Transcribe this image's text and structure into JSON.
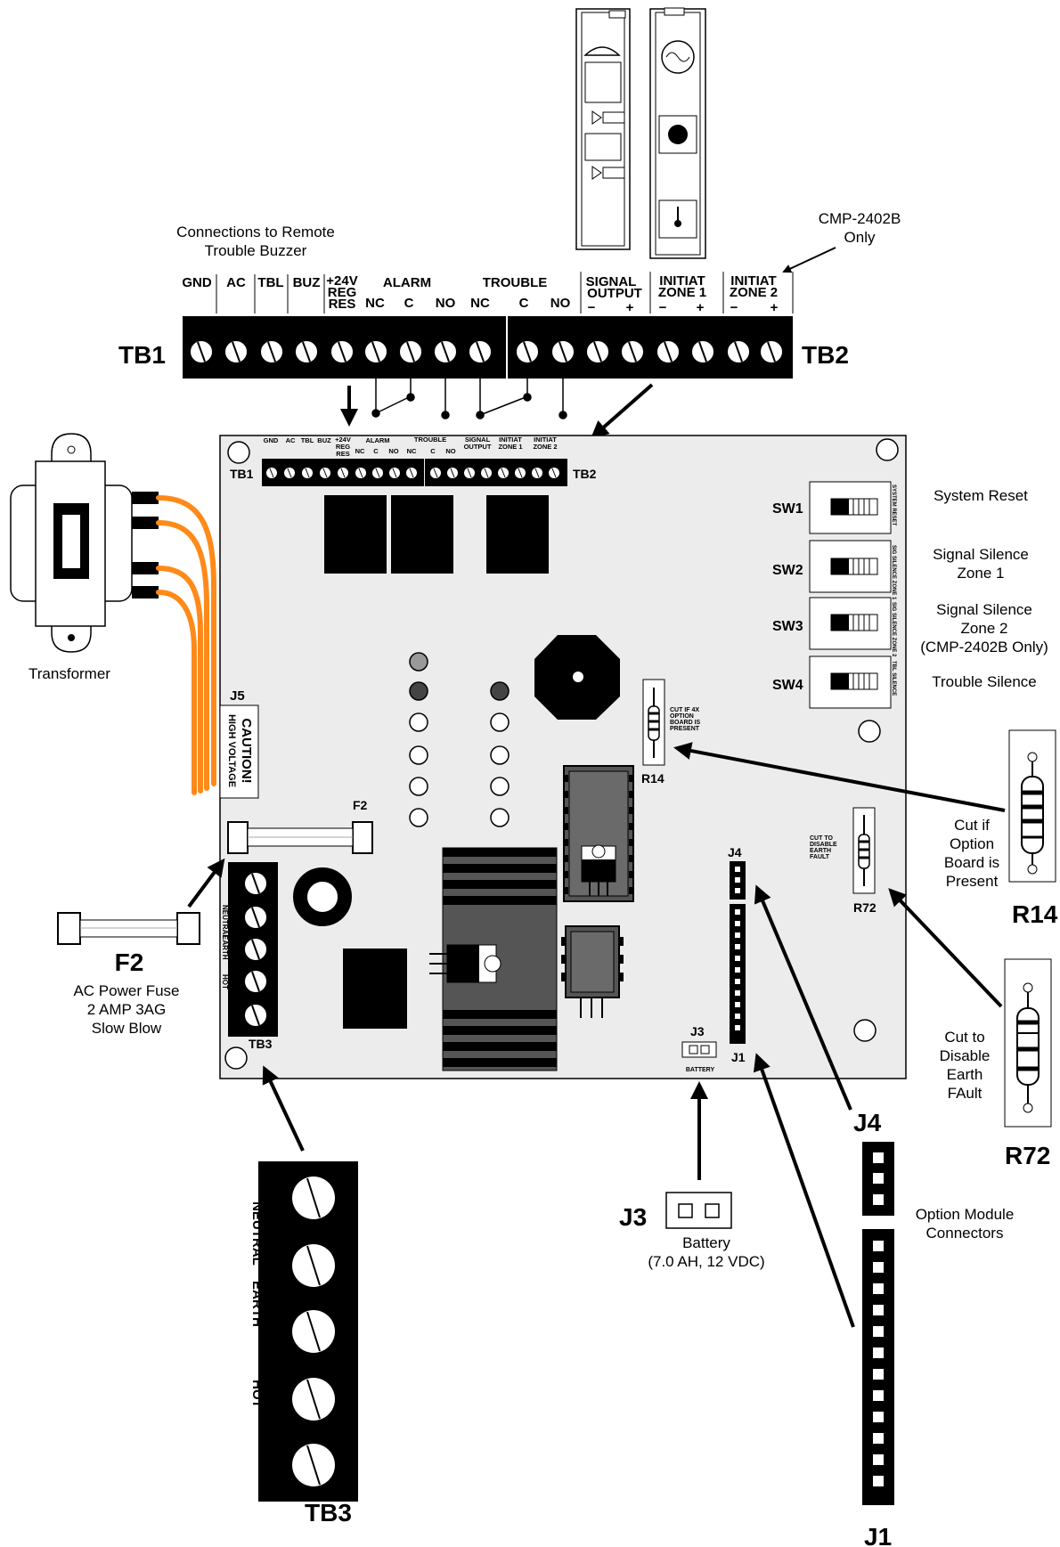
{
  "top_notes": {
    "remote_buzzer": [
      "Connections to Remote",
      "Trouble Buzzer"
    ],
    "cmp_only": [
      "CMP-2402B",
      "Only"
    ]
  },
  "tb1": {
    "name": "TB1",
    "headers": [
      "GND",
      "AC",
      "TBL",
      "BUZ"
    ],
    "reg_res": [
      "+24V",
      "REG",
      "RES"
    ],
    "alarm": "ALARM",
    "alarm_sub": [
      "NC",
      "C",
      "NO"
    ],
    "trouble": "TROUBLE",
    "trouble_sub": [
      "NC",
      "C",
      "NO"
    ]
  },
  "tb2": {
    "name": "TB2",
    "signal_output": [
      "SIGNAL",
      "OUTPUT"
    ],
    "zone1": [
      "INITIAT",
      "ZONE 1"
    ],
    "zone2": [
      "INITIAT",
      "ZONE 2"
    ],
    "minus": "−",
    "plus": "+"
  },
  "board": {
    "tb1_label": "TB1",
    "tb2_label": "TB2",
    "j5": "J5",
    "caution": "CAUTION!",
    "high_voltage": "HIGH VOLTAGE",
    "f2": "F2",
    "tb3_label": "TB3",
    "tb3_text": [
      "NEUTRAL",
      "EARTH",
      "HOT"
    ],
    "r14_label": "R14",
    "r14_note": [
      "CUT IF 4X",
      "OPTION",
      "BOARD IS",
      "PRESENT"
    ],
    "r72_label": "R72",
    "r72_note": [
      "CUT TO",
      "DISABLE",
      "EARTH",
      "FAULT"
    ],
    "j4": "J4",
    "j1": "J1",
    "j3": "J3",
    "battery_small": "BATTERY",
    "sw_names": [
      "SW1",
      "SW2",
      "SW3",
      "SW4"
    ],
    "sw_side": [
      "SYSTEM RESET",
      "SIG SILENCE ZONE 1",
      "SIG SILENCE ZONE 2",
      "TBL SILENCE"
    ]
  },
  "switch_desc": [
    [
      "System Reset"
    ],
    [
      "Signal Silence",
      "Zone 1"
    ],
    [
      "Signal Silence",
      "Zone 2",
      "(CMP-2402B Only)"
    ],
    [
      "Trouble Silence"
    ]
  ],
  "transformer": "Transformer",
  "f2_detail": {
    "title": "F2",
    "desc": [
      "AC Power Fuse",
      "2 AMP 3AG",
      "Slow Blow"
    ]
  },
  "r14_detail": {
    "title": "R14",
    "desc": [
      "Cut if",
      "Option",
      "Board is",
      "Present"
    ]
  },
  "r72_detail": {
    "title": "R72",
    "desc": [
      "Cut to",
      "Disable",
      "Earth",
      "FAult"
    ]
  },
  "j4_detail": "J4",
  "j1_detail": "J1",
  "option_module": [
    "Option Module",
    "Connectors"
  ],
  "j3_detail": {
    "title": "J3",
    "desc": [
      "Battery",
      "(7.0 AH, 12 VDC)"
    ]
  },
  "tb3_detail": {
    "title": "TB3",
    "labels": [
      "NEUTRAL",
      "EARTH",
      "HOT"
    ]
  },
  "colors": {
    "wire": "#ff8a1a",
    "board": "#ececec",
    "ink": "#000000"
  }
}
